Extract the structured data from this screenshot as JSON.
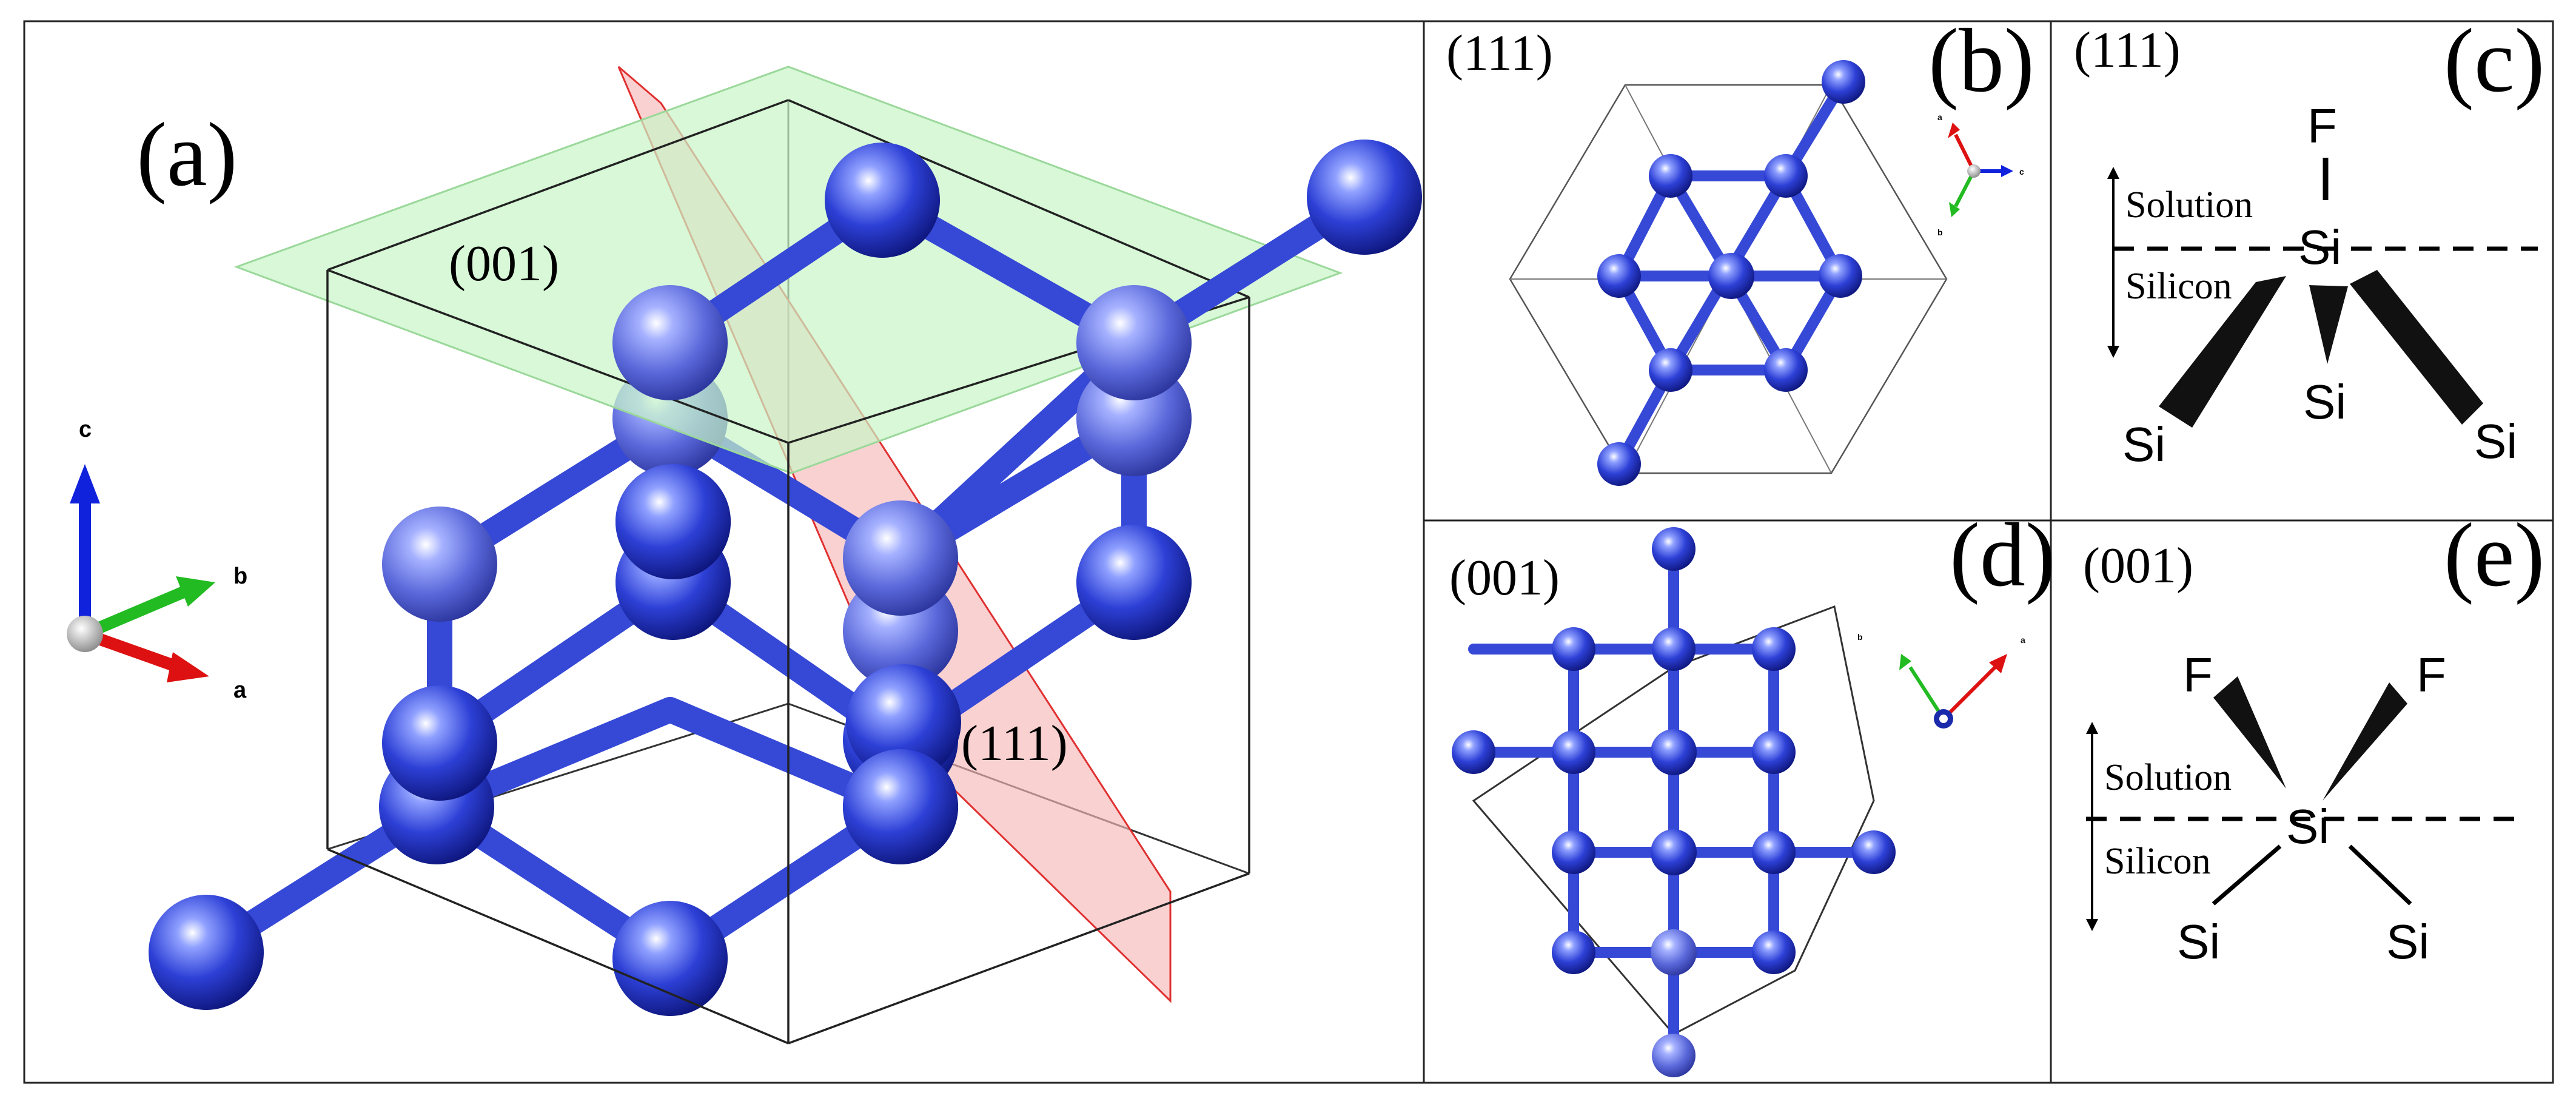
{
  "panel_a": {
    "label": "(a)",
    "plane_001_label": "(001)",
    "plane_111_label": "(111)",
    "axes": {
      "c": "c",
      "b": "b",
      "a": "a"
    }
  },
  "panel_b": {
    "label": "(b)",
    "plane_label": "(111)",
    "axes": {
      "a": "a",
      "b": "b",
      "c": "c"
    }
  },
  "panel_c": {
    "label": "(c)",
    "plane_label": "(111)",
    "solution_label": "Solution",
    "silicon_label": "Silicon",
    "atoms": {
      "top": "F",
      "center": "Si",
      "left": "Si",
      "middle": "Si",
      "right": "Si"
    }
  },
  "panel_d": {
    "label": "(d)",
    "plane_label": "(001)",
    "axes": {
      "b": "b",
      "a": "a"
    }
  },
  "panel_e": {
    "label": "(e)",
    "plane_label": "(001)",
    "solution_label": "Solution",
    "silicon_label": "Silicon",
    "atoms": {
      "top_left": "F",
      "top_right": "F",
      "center": "Si",
      "bottom_left": "Si",
      "bottom_right": "Si"
    }
  },
  "colors": {
    "atom": "#2c3fd0",
    "bond": "#3548d6",
    "plane_001": "#c8f5c8",
    "plane_111": "#f8b8b8",
    "axis_a": "#dd1111",
    "axis_b": "#22bb22",
    "axis_c": "#1122dd"
  }
}
